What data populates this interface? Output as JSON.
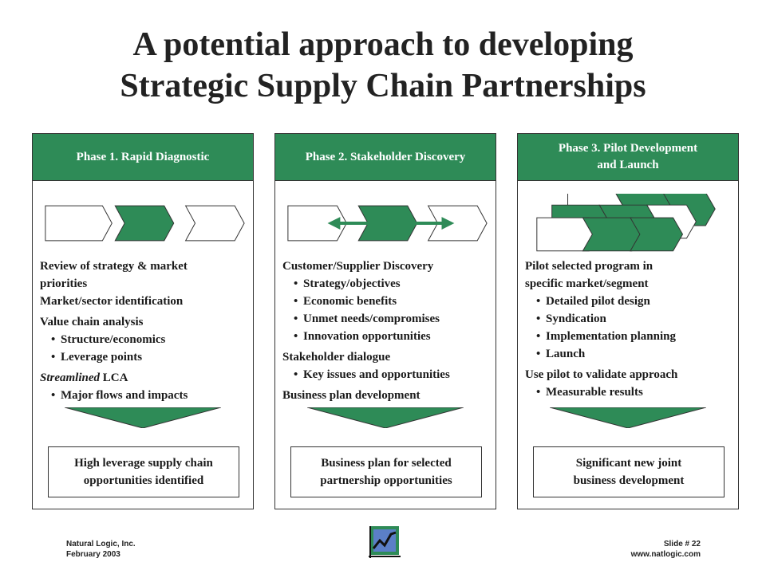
{
  "title": {
    "line1": "A potential approach to developing",
    "line2": "Strategic Supply Chain Partnerships"
  },
  "colors": {
    "accent": "#2e8b57",
    "border": "#333333"
  },
  "phases": [
    {
      "header": [
        "Phase 1. Rapid Diagnostic"
      ],
      "content": [
        {
          "text": "Review of strategy & market",
          "style": "line"
        },
        {
          "text": "priorities",
          "style": "line"
        },
        {
          "text": "Market/sector identification",
          "style": "line"
        },
        {
          "text": "",
          "style": "gap"
        },
        {
          "text": "Value chain analysis",
          "style": "line"
        },
        {
          "text": "Structure/economics",
          "style": "bullet"
        },
        {
          "text": "Leverage points",
          "style": "bullet"
        },
        {
          "text": "",
          "style": "gap"
        },
        {
          "text": "Streamlined",
          "suffix": " LCA",
          "style": "italic-line"
        },
        {
          "text": "Major flows and impacts",
          "style": "bullet"
        }
      ],
      "result": [
        "High leverage supply chain",
        "opportunities identified"
      ]
    },
    {
      "header": [
        "Phase 2. Stakeholder Discovery"
      ],
      "content": [
        {
          "text": "Customer/Supplier Discovery",
          "style": "line"
        },
        {
          "text": "Strategy/objectives",
          "style": "bullet"
        },
        {
          "text": "Economic benefits",
          "style": "bullet"
        },
        {
          "text": "Unmet needs/compromises",
          "style": "bullet"
        },
        {
          "text": "Innovation opportunities",
          "style": "bullet"
        },
        {
          "text": "",
          "style": "gap"
        },
        {
          "text": "Stakeholder dialogue",
          "style": "line"
        },
        {
          "text": "Key issues and opportunities",
          "style": "bullet"
        },
        {
          "text": "",
          "style": "gap"
        },
        {
          "text": "Business plan development",
          "style": "line"
        }
      ],
      "result": [
        "Business plan for selected",
        "partnership opportunities"
      ]
    },
    {
      "header": [
        "Phase 3. Pilot Development",
        "and Launch"
      ],
      "content": [
        {
          "text": "Pilot selected program in",
          "style": "line"
        },
        {
          "text": "specific market/segment",
          "style": "line"
        },
        {
          "text": "Detailed pilot design",
          "style": "bullet"
        },
        {
          "text": "Syndication",
          "style": "bullet"
        },
        {
          "text": "Implementation planning",
          "style": "bullet"
        },
        {
          "text": "Launch",
          "style": "bullet"
        },
        {
          "text": "",
          "style": "gap"
        },
        {
          "text": "Use pilot to validate approach",
          "style": "line"
        },
        {
          "text": "Measurable results",
          "style": "bullet"
        }
      ],
      "result": [
        "Significant new joint",
        "business development"
      ]
    }
  ],
  "footer": {
    "company": "Natural Logic, Inc.",
    "date": "February 2003",
    "slide": "Slide # 22",
    "url": "www.natlogic.com"
  },
  "logo_icon": "chart-logo-icon"
}
